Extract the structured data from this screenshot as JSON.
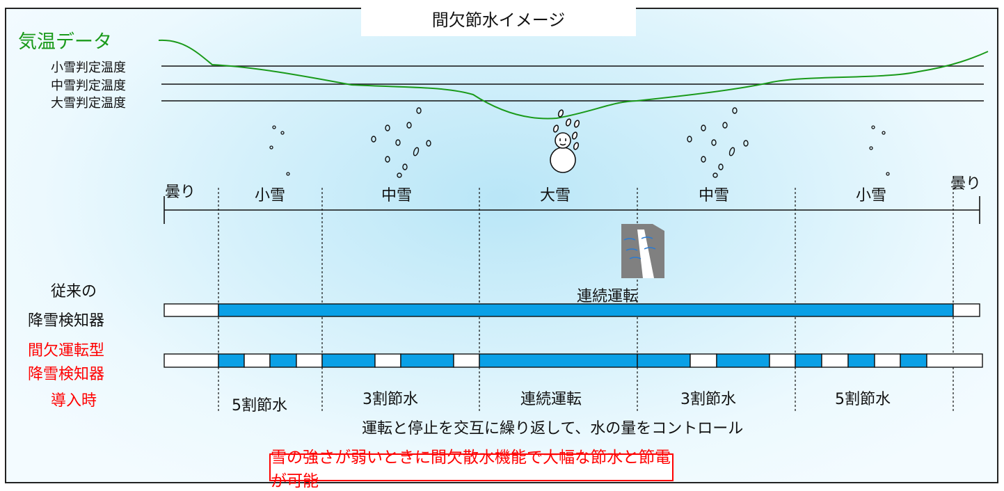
{
  "title": "間欠節水イメージ",
  "temperature": {
    "label": "気温データ",
    "thresholds": [
      "小雪判定温度",
      "中雪判定温度",
      "大雪判定温度"
    ]
  },
  "weather_stages": [
    "曇り",
    "小雪",
    "中雪",
    "大雪",
    "中雪",
    "小雪",
    "曇り"
  ],
  "conventional": {
    "label_lines": [
      "従来の",
      "降雪検知器"
    ],
    "mode_label": "連続運転"
  },
  "intermittent": {
    "label_lines": [
      "間欠運転型",
      "降雪検知器",
      "導入時"
    ]
  },
  "savings_labels": [
    "5割節水",
    "3割節水",
    "連続運転",
    "3割節水",
    "5割節水"
  ],
  "explanation": "運転と停止を交互に繰り返して、水の量をコントロール",
  "message": "雪の強さが弱いときに間欠散水機能で大幅な節水と節電が可能",
  "colors": {
    "temperature_curve": "#1a9a1a",
    "operating_bar": "#0aa0e6",
    "highlight_text": "#ff0000",
    "frame_border": "#222222"
  },
  "icons": [
    "snowflake-dots-icon",
    "snowman-icon",
    "road-sprinkler-icon"
  ]
}
